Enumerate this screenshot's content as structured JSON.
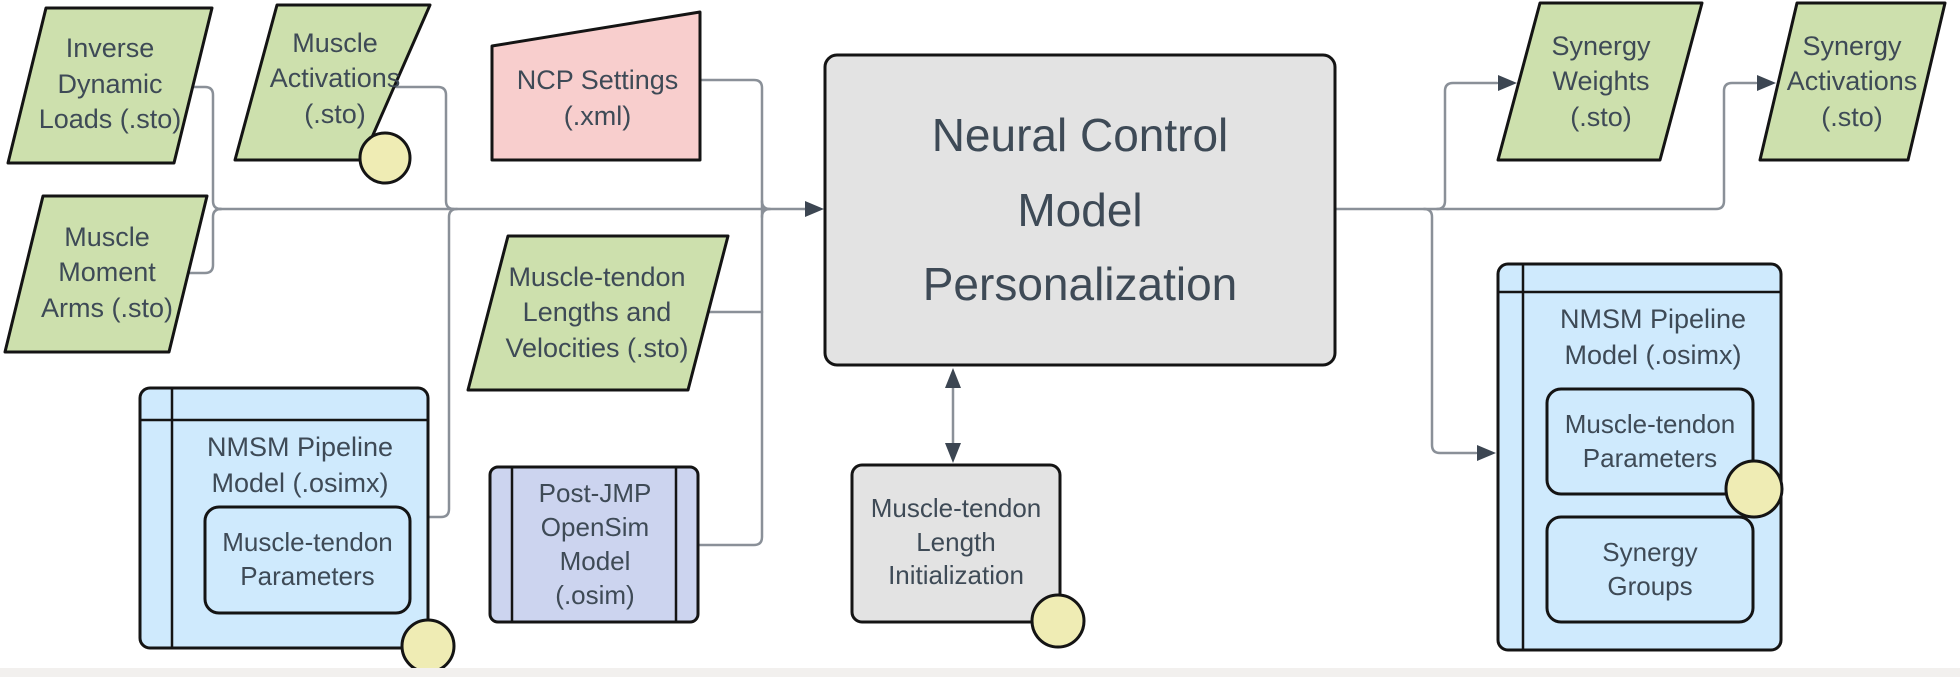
{
  "figure_title": "Neural Control Model Personalization workflow diagram",
  "nodes": {
    "inverse_dynamic_loads": {
      "label": "Inverse\nDynamic\nLoads (.sto)"
    },
    "muscle_activations": {
      "label": "Muscle\nActivations\n(.sto)"
    },
    "muscle_moment_arms": {
      "label": "Muscle\nMoment\nArms (.sto)"
    },
    "ncp_settings": {
      "label": "NCP Settings\n(.xml)"
    },
    "muscle_tendon_lengths_velocities": {
      "label": "Muscle-tendon\nLengths and\nVelocities (.sto)"
    },
    "nmsm_pipeline_model_left": {
      "label": "NMSM Pipeline\nModel (.osimx)"
    },
    "muscle_tendon_parameters_left": {
      "label": "Muscle-tendon\nParameters"
    },
    "post_jmp_opensim_model": {
      "label": "Post-JMP\nOpenSim\nModel\n(.osim)"
    },
    "neural_control_model_personalization": {
      "label": "Neural Control\nModel\nPersonalization"
    },
    "muscle_tendon_length_initialization": {
      "label": "Muscle-tendon\nLength\nInitialization"
    },
    "synergy_weights": {
      "label": "Synergy\nWeights\n(.sto)"
    },
    "synergy_activations": {
      "label": "Synergy\nActivations\n(.sto)"
    },
    "nmsm_pipeline_model_right": {
      "label": "NMSM Pipeline\nModel (.osimx)"
    },
    "muscle_tendon_parameters_right": {
      "label": "Muscle-tendon\nParameters"
    },
    "synergy_groups": {
      "label": "Synergy\nGroups"
    }
  },
  "colors": {
    "input_green": "#cde0ad",
    "settings_pink": "#f8cecd",
    "model_blue": "#cfeafd",
    "osim_lavender": "#ccd4ef",
    "process_gray": "#e3e3e3",
    "annotation_yellow": "#efecb4",
    "shape_border": "#141414",
    "connector_gray": "#8a9098",
    "arrowhead_dark": "#3c4652",
    "text_slate": "#3e4a56",
    "bottom_strip": "#f2f0ee"
  }
}
